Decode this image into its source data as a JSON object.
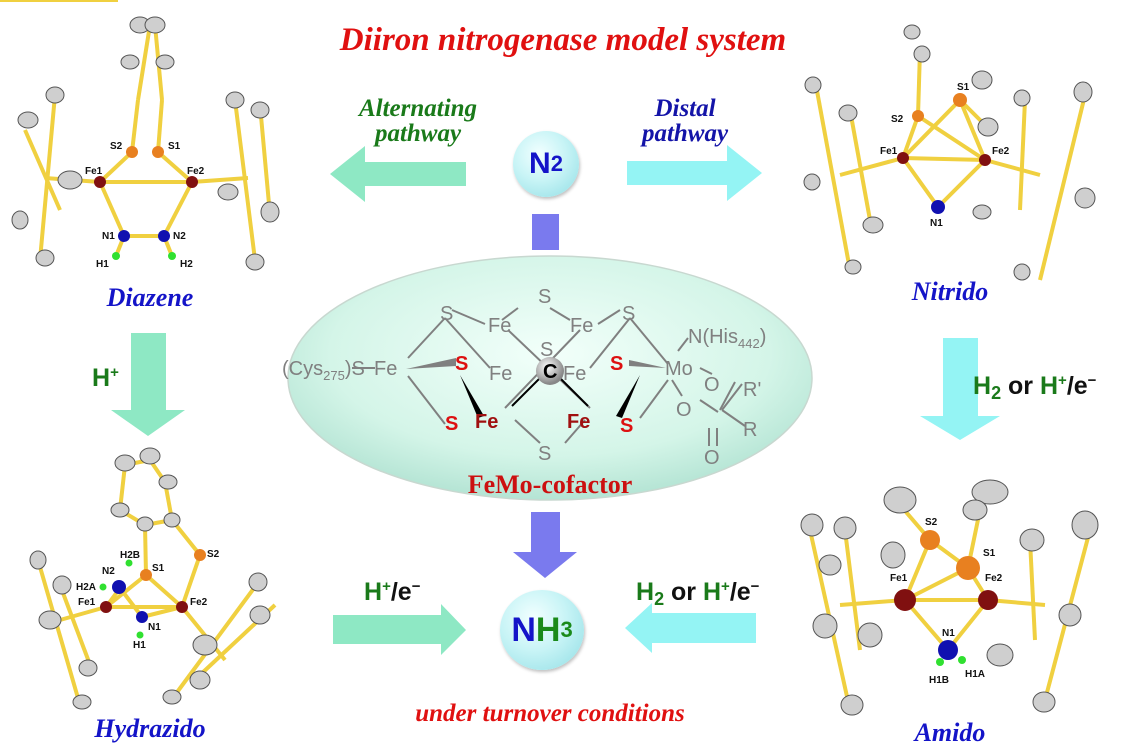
{
  "title": "Diiron nitrogenase model system",
  "pathways": {
    "alternating": {
      "line1": "Alternating",
      "line2": "pathway",
      "color": "#1a7a1a"
    },
    "distal": {
      "line1": "Distal",
      "line2": "pathway",
      "color": "#1414a8"
    }
  },
  "species": {
    "n2": {
      "main": "N",
      "sub": "2"
    },
    "nh3": {
      "n": "N",
      "h": "H",
      "sub": "3"
    }
  },
  "structures": [
    {
      "name": "Diazene",
      "atoms": [
        "Fe1",
        "Fe2",
        "S1",
        "S2",
        "N1",
        "N2",
        "H1",
        "H2"
      ]
    },
    {
      "name": "Nitrido",
      "atoms": [
        "Fe1",
        "Fe2",
        "S1",
        "S2",
        "N1"
      ]
    },
    {
      "name": "Hydrazido",
      "atoms": [
        "Fe1",
        "Fe2",
        "S1",
        "S2",
        "N1",
        "N2",
        "H1",
        "H2A",
        "H2B"
      ]
    },
    {
      "name": "Amido",
      "atoms": [
        "Fe1",
        "Fe2",
        "S1",
        "S2",
        "N1",
        "H1A",
        "H1B"
      ]
    }
  ],
  "conditions": {
    "h_plus": {
      "h": "H",
      "sup": "+"
    },
    "h_plus_e": {
      "h": "H",
      "sup": "+",
      "e": "/e",
      "esup": "−"
    },
    "h2_or": {
      "h2": "H",
      "h2sub": "2",
      "or": " or ",
      "h": "H",
      "sup": "+",
      "e": "/e",
      "esup": "−"
    }
  },
  "cofactor": {
    "label": "FeMo-cofactor",
    "cys": "(Cys",
    "cys_sub": "275",
    "cys_tail": ")S",
    "his": "N(His",
    "his_sub": "442",
    "his_tail": ")",
    "atoms": {
      "fe": "Fe",
      "s": "S",
      "c": "C",
      "mo": "Mo",
      "o": "O",
      "r": "R",
      "rp": "R'"
    }
  },
  "footer": "under turnover conditions",
  "colors": {
    "title_red": "#e01010",
    "green_arrow": "#8ee8c4",
    "cyan_arrow": "#94f4f4",
    "blue_arrow": "#7a7aee",
    "label_blue": "#1414c8",
    "label_green": "#1a7a1a",
    "bond_yellow": "#f0d040"
  }
}
